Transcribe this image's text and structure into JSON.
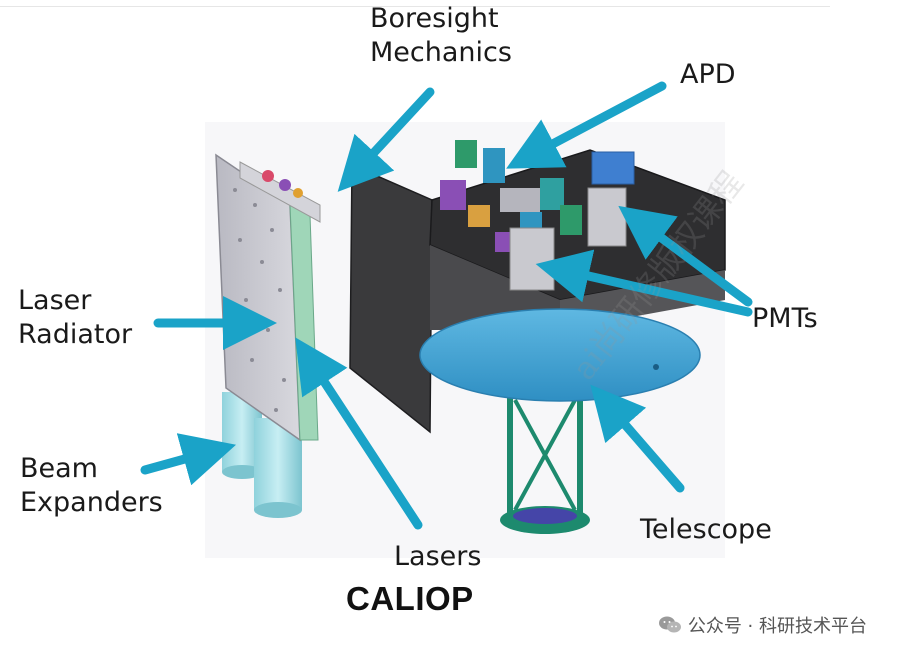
{
  "labels": {
    "boresight": "Boresight\nMechanics",
    "apd": "APD",
    "laser_radiator": "Laser\nRadiator",
    "pmts": "PMTs",
    "beam_expanders": "Beam\nExpanders",
    "lasers": "Lasers",
    "telescope": "Telescope"
  },
  "caption": "CALIOP",
  "watermark": {
    "source": "公众号 · 科研技术平台",
    "diagonal": "ai尚研修版权课程"
  },
  "colors": {
    "arrow": "#1aa3c8",
    "telescope_dish": "#3fa5d6",
    "telescope_mount": "#1d8a6e",
    "radiator": "#c9c9cf",
    "bench": "#3a3a3c"
  }
}
